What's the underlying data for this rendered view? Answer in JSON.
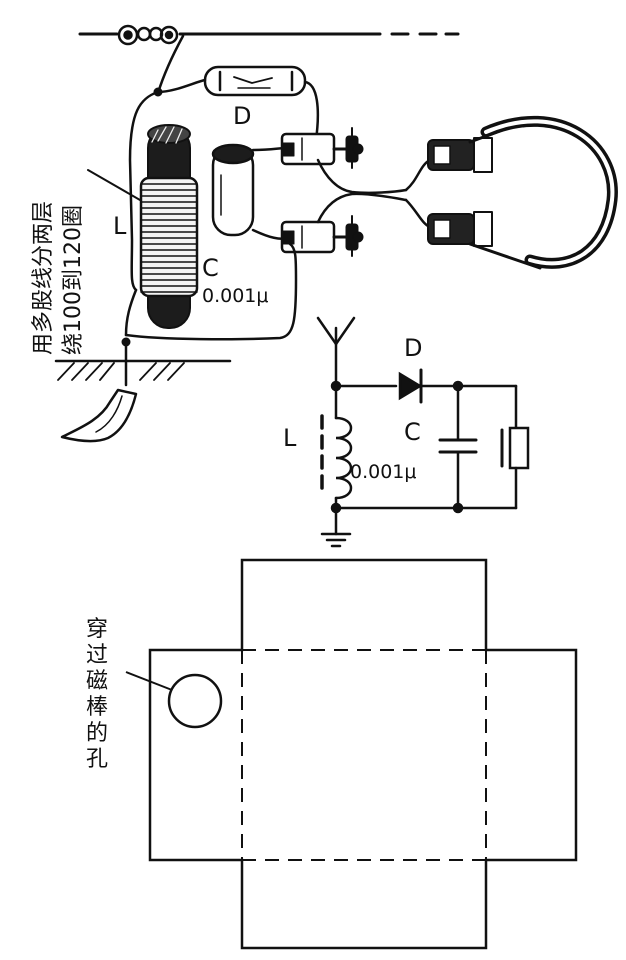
{
  "pictorial": {
    "label_L": "L",
    "label_D": "D",
    "label_C": "C",
    "cap_value": "0.001μ",
    "coil_note_line1": "用多股线分两层",
    "coil_note_line2": "绕100到120圈"
  },
  "schematic": {
    "label_L": "L",
    "label_D": "D",
    "label_C": "C",
    "cap_value": "0.001μ"
  },
  "template": {
    "hole_label": [
      "穿",
      "过",
      "磁",
      "棒",
      "的",
      "孔"
    ]
  }
}
